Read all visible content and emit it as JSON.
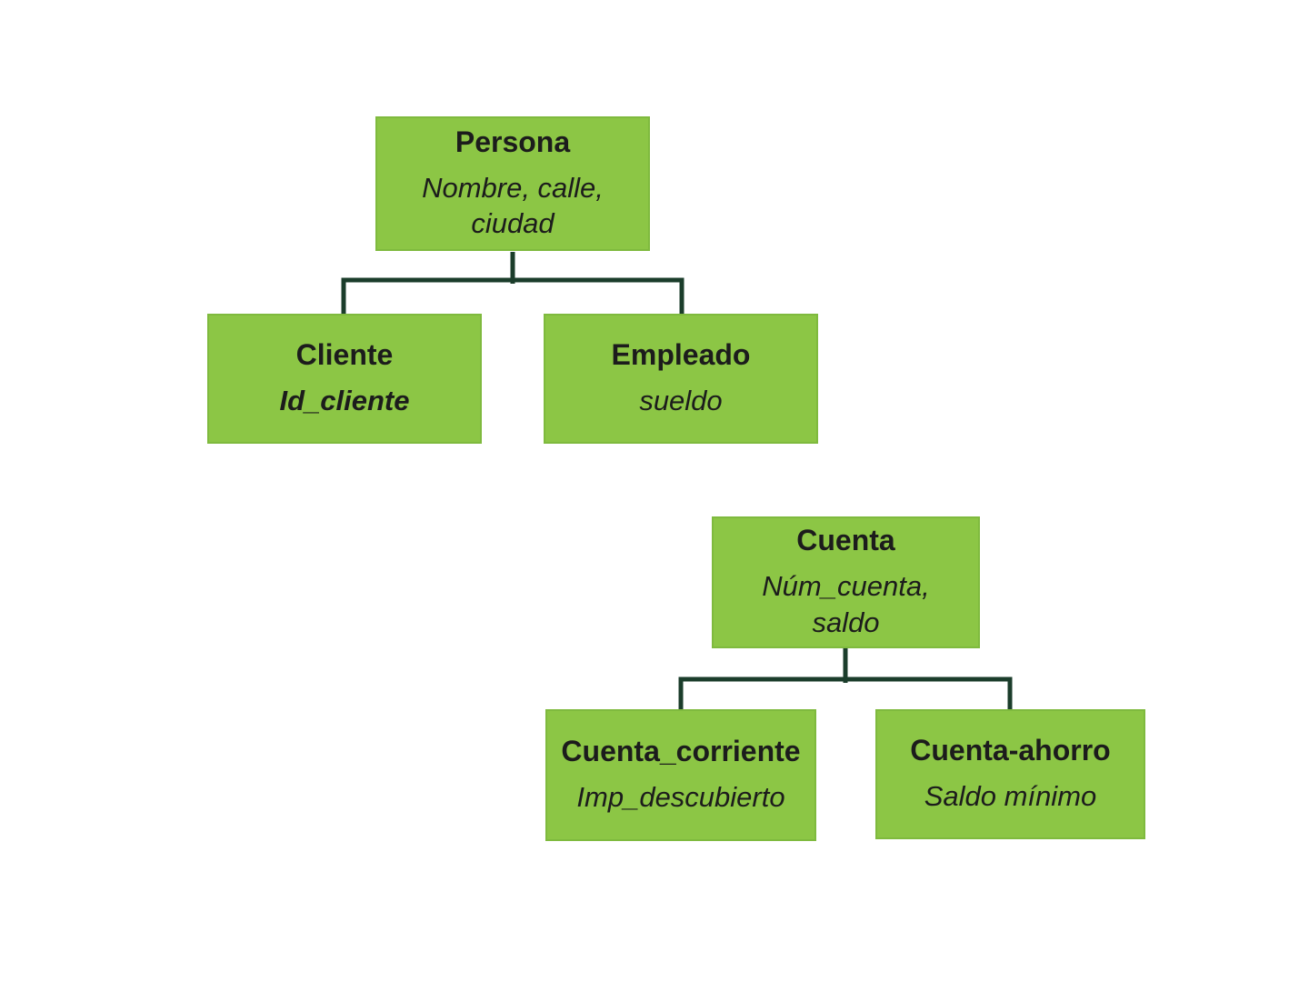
{
  "colors": {
    "background": "#ffffff",
    "node_fill": "#8cc645",
    "node_border": "#7fba3e",
    "connector": "#1b3d2b",
    "text": "#1c1c1c"
  },
  "nodes": {
    "persona": {
      "title": "Persona",
      "line1": "Nombre, calle,",
      "line2": "ciudad"
    },
    "cliente": {
      "title": "Cliente",
      "line1": "Id_cliente"
    },
    "empleado": {
      "title": "Empleado",
      "line1": "sueldo"
    },
    "cuenta": {
      "title": "Cuenta",
      "line1": "Núm_cuenta,",
      "line2": "saldo"
    },
    "cuenta_corriente": {
      "title": "Cuenta_corriente",
      "line1": "Imp_descubierto"
    },
    "cuenta_ahorro": {
      "title": "Cuenta-ahorro",
      "line1": "Saldo mínimo"
    }
  }
}
